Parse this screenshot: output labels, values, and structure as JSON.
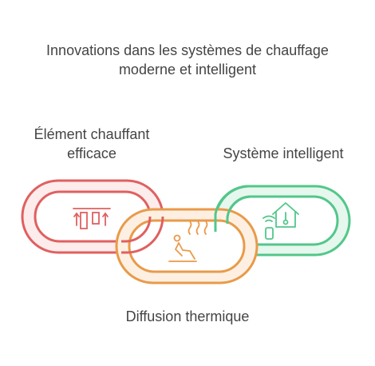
{
  "title": {
    "line1": "Innovations dans les systèmes de chauffage",
    "line2": "moderne et intelligent"
  },
  "links": [
    {
      "label_line1": "Élément chauffant",
      "label_line2": "efficace",
      "color": "#e06060",
      "fill": "#fdecec",
      "icon": "heating-element-icon"
    },
    {
      "label": "Diffusion thermique",
      "color": "#e99a4a",
      "fill": "#fdf0e2",
      "icon": "person-heat-waves-icon"
    },
    {
      "label": "Système intelligent",
      "color": "#52c78a",
      "fill": "#e6f7ee",
      "icon": "smart-home-thermostat-icon"
    }
  ]
}
